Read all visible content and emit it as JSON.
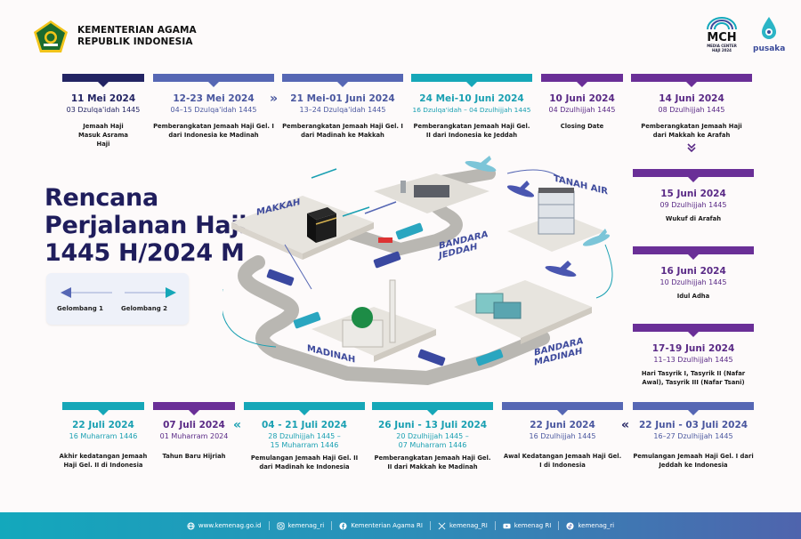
{
  "header": {
    "org_line1": "KEMENTERIAN AGAMA",
    "org_line2": "REPUBLIK INDONESIA",
    "mch_logo": "MCH",
    "mch_sub1": "MEDIA CENTER",
    "mch_sub2": "HAJI 2024",
    "pusaka_logo": "pusaka"
  },
  "title": {
    "line1": "Rencana",
    "line2": "Perjalanan Haji",
    "line3": "1445 H/2024 M"
  },
  "legend": {
    "wave1": "Gelombang 1",
    "wave2": "Gelombang 2",
    "wave1_color": "#5667b4",
    "wave2_color": "#16a7b8"
  },
  "timeline_top": [
    {
      "date": "11 Mei 2024",
      "hijri": "03 Dzulqa'idah 1445",
      "desc": "Jemaah Haji Masuk Asrama Haji",
      "color": "navy"
    },
    {
      "date": "12-23 Mei 2024",
      "hijri": "04–15 Dzulqa'idah 1445",
      "desc": "Pemberangkatan Jemaah Haji Gel. I dari Indonesia ke Madinah",
      "color": "blue"
    },
    {
      "date": "21 Mei-01 Juni 2024",
      "hijri": "13–24 Dzulqa'idah 1445",
      "desc": "Pemberangkatan Jemaah Haji Gel. I dari Madinah ke Makkah",
      "color": "blue"
    },
    {
      "date": "24 Mei-10 Juni 2024",
      "hijri": "16 Dzulqa'idah – 04 Dzulhijjah 1445",
      "desc": "Pemberangkatan Jemaah Haji Gel. II dari Indonesia ke Jeddah",
      "color": "teal"
    },
    {
      "date": "10 Juni 2024",
      "hijri": "04 Dzulhijjah 1445",
      "desc": "Closing Date",
      "color": "purple"
    },
    {
      "date": "14 Juni 2024",
      "hijri": "08 Dzulhijjah 1445",
      "desc": "Pemberangkatan Jemaah Haji dari Makkah ke Arafah",
      "color": "purple"
    }
  ],
  "timeline_right": [
    {
      "date": "15 Juni 2024",
      "hijri": "09 Dzulhijjah 1445",
      "desc": "Wukuf di Arafah",
      "color": "purple"
    },
    {
      "date": "16 Juni 2024",
      "hijri": "10 Dzulhijjah 1445",
      "desc": "Idul Adha",
      "color": "purple"
    },
    {
      "date": "17-19 Juni 2024",
      "hijri": "11–13 Dzulhijjah 1445",
      "desc": "Hari Tasyrik I, Tasyrik II (Nafar Awal), Tasyrik III (Nafar Tsani)",
      "color": "purple"
    }
  ],
  "timeline_bottom": [
    {
      "date": "22 Juli 2024",
      "hijri": "16 Muharram 1446",
      "desc": "Akhir kedatangan Jemaah Haji Gel. II di Indonesia",
      "color": "teal"
    },
    {
      "date": "07 Juli 2024",
      "hijri": "01 Muharram 2024",
      "desc": "Tahun Baru Hijriah",
      "color": "purple"
    },
    {
      "date": "04 - 21 Juli 2024",
      "hijri": "28 Dzulhijjah 1445 – 15 Muharram 1446",
      "desc": "Pemulangan Jemaah Haji Gel. II dari Madinah ke Indonesia",
      "color": "teal"
    },
    {
      "date": "26 Juni - 13 Juli 2024",
      "hijri": "20 Dzulhijjah 1445 – 07 Muharram 1446",
      "desc": "Pemberangkatan Jemaah Haji Gel. II dari Makkah ke Madinah",
      "color": "teal"
    },
    {
      "date": "22 Juni 2024",
      "hijri": "16 Dzulhijjah 1445",
      "desc": "Awal Kedatangan Jemaah Haji Gel. I di Indonesia",
      "color": "blue"
    },
    {
      "date": "22 Juni - 03 Juli 2024",
      "hijri": "16–27 Dzulhijjah 1445",
      "desc": "Pemulangan Jemaah Haji Gel. I dari Jeddah ke Indonesia",
      "color": "blue"
    }
  ],
  "chevrons": {
    "right": "»",
    "down": "⌄",
    "left": "«"
  },
  "map_labels": {
    "makkah": "MAKKAH",
    "bandara_jeddah_1": "BANDARA",
    "bandara_jeddah_2": "JEDDAH",
    "tanah_air": "TANAH AIR",
    "madinah": "MADINAH",
    "bandara_madinah_1": "BANDARA",
    "bandara_madinah_2": "MADINAH"
  },
  "footer": {
    "website": "www.kemenag.go.id",
    "instagram": "kemenag_ri",
    "facebook": "Kementerian Agama RI",
    "x": "kemenag_RI",
    "youtube": "kemenag RI",
    "tiktok": "kemenag_ri"
  }
}
